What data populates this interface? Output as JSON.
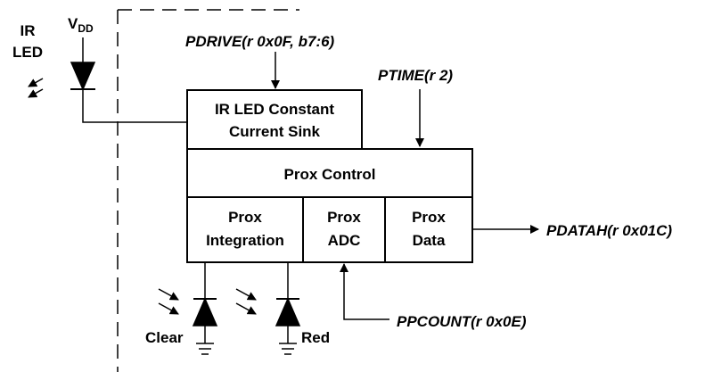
{
  "labels": {
    "ir_led": [
      "IR",
      "LED"
    ],
    "vdd_main": "V",
    "vdd_sub": "DD",
    "pdrive": "PDRIVE(r 0x0F, b7:6)",
    "ptime": "PTIME(r 2)",
    "current_sink": [
      "IR LED Constant",
      "Current Sink"
    ],
    "prox_control": "Prox Control",
    "prox_integration": [
      "Prox",
      "Integration"
    ],
    "prox_adc": [
      "Prox",
      "ADC"
    ],
    "prox_data": [
      "Prox",
      "Data"
    ],
    "pdatah": "PDATAH(r 0x01C)",
    "ppcount": "PPCOUNT(r 0x0E)",
    "clear": "Clear",
    "red": "Red"
  }
}
